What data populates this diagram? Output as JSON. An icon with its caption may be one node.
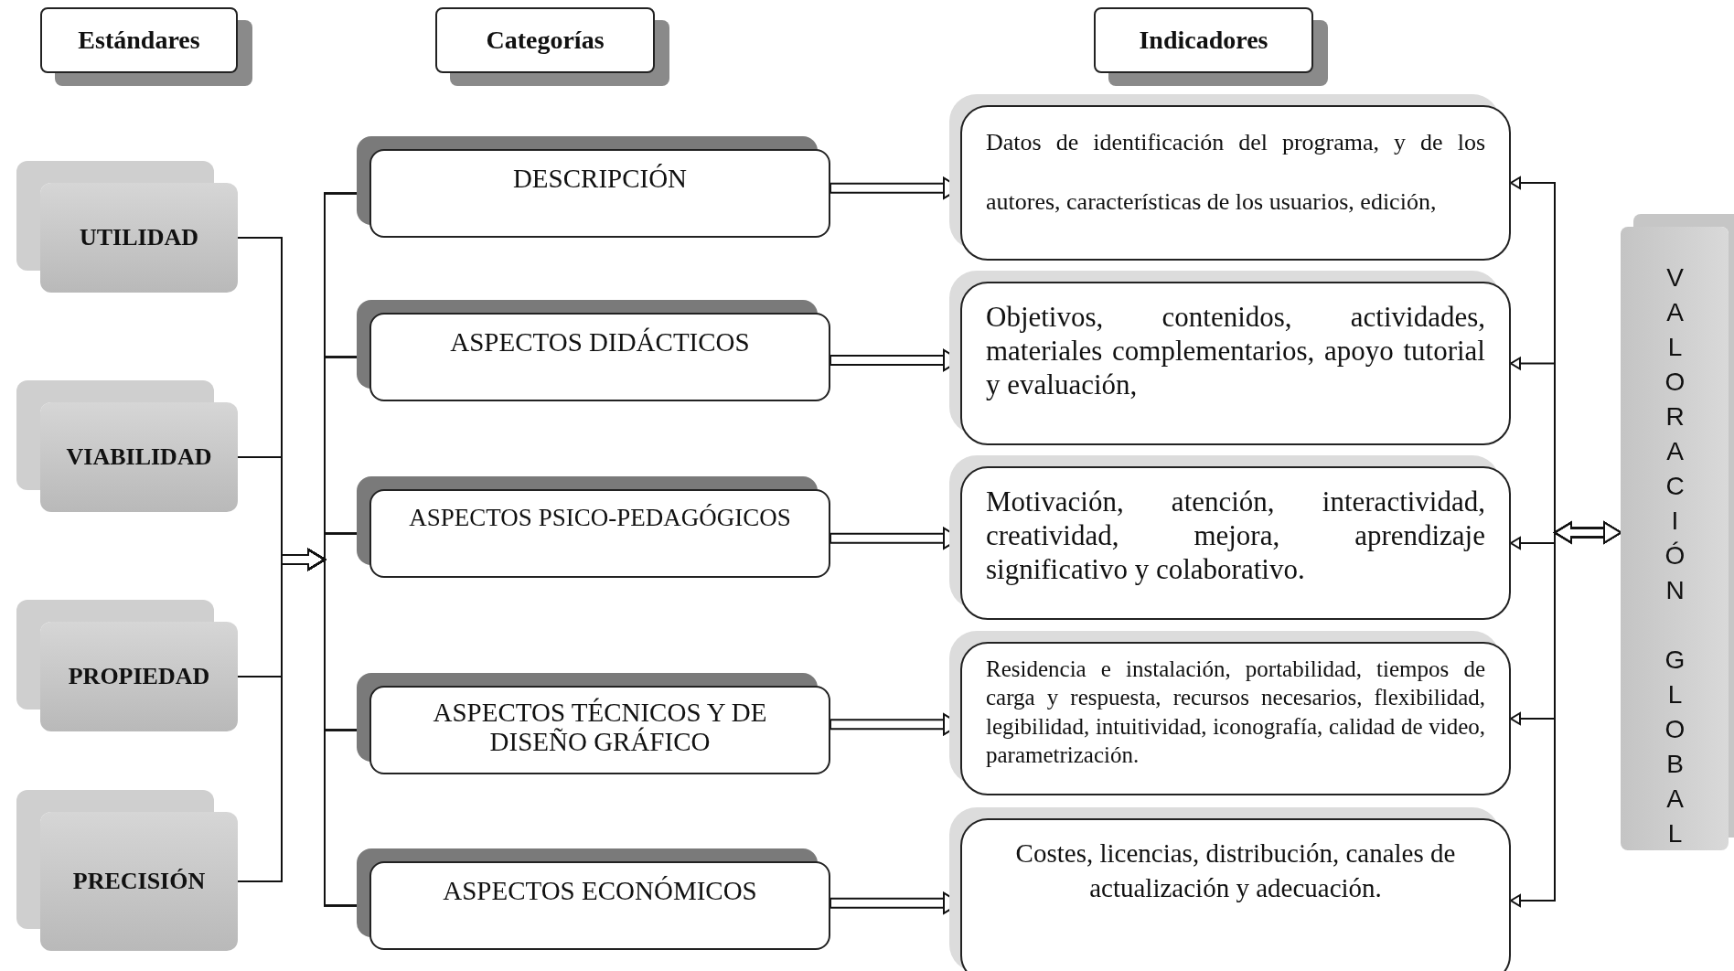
{
  "diagram": {
    "nodes": [
      {
        "text": [
          "Estándares"
        ]
      },
      {
        "text": [
          "Categorías"
        ]
      },
      {
        "text": [
          "Indicadores"
        ]
      },
      {
        "text": [
          "UTILIDAD"
        ]
      },
      {
        "text": [
          "VIABILIDAD"
        ]
      },
      {
        "text": [
          "PROPIEDAD"
        ]
      },
      {
        "text": [
          "PRECISIÓN"
        ]
      },
      {
        "text": [
          "DESCRIPCIÓN"
        ]
      },
      {
        "text": [
          "ASPECTOS DIDÁCTICOS"
        ]
      },
      {
        "text": [
          "ASPECTOS PSICO-PEDAGÓGICOS"
        ]
      },
      {
        "text": [
          "ASPECTOS TÉCNICOS Y DE DISEÑO GRÁFICO"
        ]
      },
      {
        "text": [
          "ASPECTOS ECONÓMICOS"
        ]
      },
      {
        "text": [
          "Datos de identificación del programa, y de los autores, características de los usuarios, edición,"
        ]
      },
      {
        "text": [
          "Objetivos, contenidos, actividades, materiales complementarios, apoyo tutorial y evaluación,"
        ]
      },
      {
        "text": [
          "Motivación, atención, interactividad, creatividad, mejora, aprendizaje significativo y colaborativo."
        ]
      },
      {
        "text": [
          "Residencia e instalación, portabilidad, tiempos de carga y respuesta, recursos necesarios, flexibilidad, legibilidad, intuitividad, iconografía, calidad de video, parametrización."
        ]
      },
      {
        "text": [
          "Costes, licencias, distribución, canales de actualización y adecuación."
        ]
      },
      {
        "text": [
          "VALORACIÓN GLOBAL"
        ]
      }
    ],
    "edges": [
      {
        "from": 3,
        "to": 7,
        "arrow": "to"
      },
      {
        "from": 3,
        "to": 8,
        "arrow": "to"
      },
      {
        "from": 3,
        "to": 9,
        "arrow": "to"
      },
      {
        "from": 3,
        "to": 10,
        "arrow": "to"
      },
      {
        "from": 3,
        "to": 11,
        "arrow": "to"
      },
      {
        "from": 4,
        "to": 7,
        "arrow": "to"
      },
      {
        "from": 4,
        "to": 8,
        "arrow": "to"
      },
      {
        "from": 4,
        "to": 9,
        "arrow": "to"
      },
      {
        "from": 4,
        "to": 10,
        "arrow": "to"
      },
      {
        "from": 4,
        "to": 11,
        "arrow": "to"
      },
      {
        "from": 5,
        "to": 7,
        "arrow": "to"
      },
      {
        "from": 5,
        "to": 8,
        "arrow": "to"
      },
      {
        "from": 5,
        "to": 9,
        "arrow": "to"
      },
      {
        "from": 5,
        "to": 10,
        "arrow": "to"
      },
      {
        "from": 5,
        "to": 11,
        "arrow": "to"
      },
      {
        "from": 6,
        "to": 7,
        "arrow": "to"
      },
      {
        "from": 6,
        "to": 8,
        "arrow": "to"
      },
      {
        "from": 6,
        "to": 9,
        "arrow": "to"
      },
      {
        "from": 6,
        "to": 10,
        "arrow": "to"
      },
      {
        "from": 6,
        "to": 11,
        "arrow": "to"
      },
      {
        "from": 7,
        "to": 12,
        "arrow": "to"
      },
      {
        "from": 8,
        "to": 13,
        "arrow": "to"
      },
      {
        "from": 9,
        "to": 14,
        "arrow": "to"
      },
      {
        "from": 10,
        "to": 15,
        "arrow": "to"
      },
      {
        "from": 11,
        "to": 16,
        "arrow": "to"
      },
      {
        "from": 12,
        "to": 17,
        "arrow": "both"
      },
      {
        "from": 13,
        "to": 17,
        "arrow": "both"
      },
      {
        "from": 14,
        "to": 17,
        "arrow": "both"
      },
      {
        "from": 15,
        "to": 17,
        "arrow": "both"
      },
      {
        "from": 16,
        "to": 17,
        "arrow": "both"
      }
    ]
  }
}
